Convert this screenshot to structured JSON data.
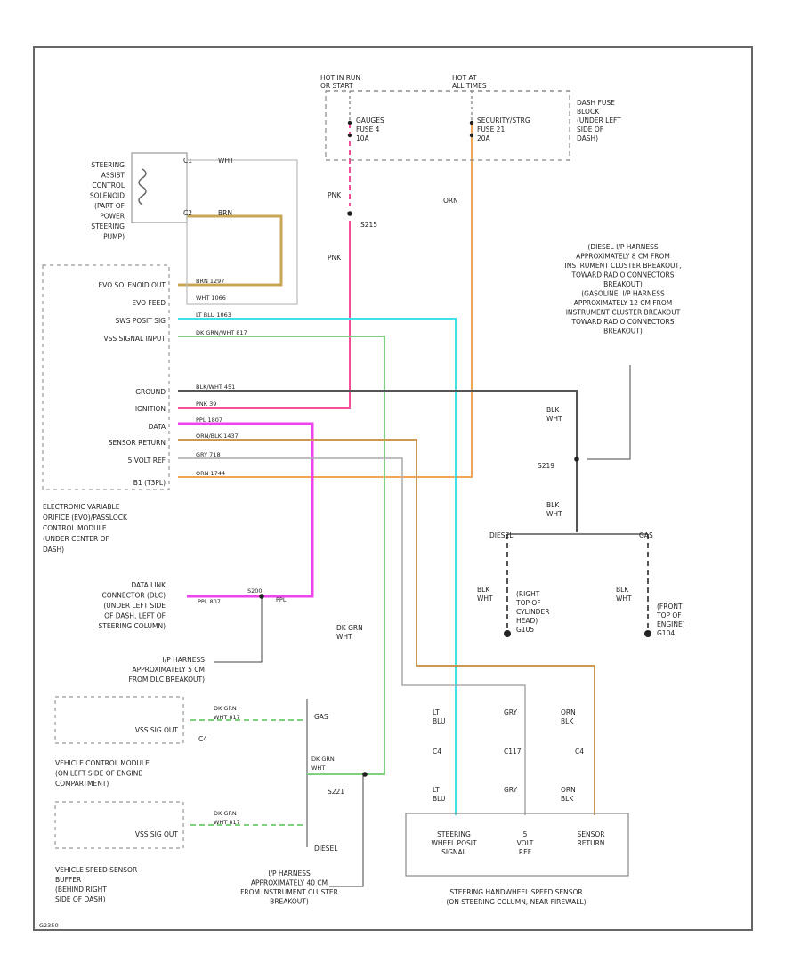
{
  "fuse_box": {
    "hot_in_run": [
      "HOT IN RUN",
      "OR START"
    ],
    "hot_at_all_times": [
      "HOT AT",
      "ALL TIMES"
    ],
    "fuse1": [
      "GAUGES",
      "FUSE 4",
      "10A"
    ],
    "fuse2": [
      "SECURITY/STRG",
      "FUSE 21",
      "20A"
    ],
    "location": [
      "DASH FUSE",
      "BLOCK",
      "(UNDER LEFT",
      "SIDE OF",
      "DASH)"
    ]
  },
  "solenoid": {
    "label": [
      "STEERING",
      "ASSIST",
      "CONTROL",
      "SOLENOID",
      "(PART OF",
      "POWER",
      "STEERING",
      "PUMP)"
    ],
    "pin1": "C1",
    "pin1_wire": "WHT",
    "pin2": "C2",
    "pin2_wire": "BRN"
  },
  "evo_module": {
    "pins": [
      "EVO SOLENOID OUT",
      "EVO FEED",
      "SWS POSIT SIG",
      "VSS SIGNAL INPUT",
      "GROUND",
      "IGNITION",
      "DATA",
      "SENSOR RETURN",
      "5 VOLT REF"
    ],
    "connector": "B1 (T3PL)",
    "label": [
      "ELECTRONIC VARIABLE",
      "ORIFICE (EVO)/PASSLOCK",
      "CONTROL MODULE",
      "(UNDER CENTER OF",
      "DASH)"
    ]
  },
  "wires": {
    "w1": "BRN  1297",
    "w2": "WHT  1066",
    "w3": "LT BLU  1063",
    "w4": "DK GRN/WHT  817",
    "w5": "BLK/WHT  451",
    "w6": "PNK  39",
    "w7": "PPL  1807",
    "w8": "ORN/BLK  1437",
    "w9": "GRY  718",
    "w10": "ORN  1744"
  },
  "pnk_wire": "PNK",
  "splice1": "S215",
  "orn_wire": "ORN",
  "diesel_note": [
    "(DIESEL I/P HARNESS",
    "APPROXIMATELY 8 CM FROM",
    "INSTRUMENT CLUSTER BREAKOUT,",
    "TOWARD RADIO CONNECTORS",
    "BREAKOUT)",
    "(GASOLINE, I/P HARNESS",
    "APPROXIMATELY 12 CM FROM",
    "INSTRUMENT CLUSTER BREAKOUT",
    "TOWARD RADIO CONNECTORS",
    "BREAKOUT)"
  ],
  "ground": {
    "wire_top": [
      "BLK",
      "WHT"
    ],
    "splice": "S219",
    "wire_bot": [
      "BLK",
      "WHT"
    ],
    "diesel": "DIESEL",
    "gas": "GAS",
    "g1_wire": [
      "BLK",
      "WHT"
    ],
    "g1_label": [
      "(RIGHT",
      "TOP OF",
      "CYLINDER",
      "HEAD)",
      "G105"
    ],
    "g2_wire": [
      "BLK",
      "WHT"
    ],
    "g2_label": [
      "(FRONT",
      "TOP OF",
      "ENGINE)",
      "G104"
    ]
  },
  "dlc": {
    "label": [
      "DATA LINK",
      "CONNECTOR (DLC)",
      "(UNDER LEFT SIDE",
      "OF DASH, LEFT OF",
      "STEERING COLUMN)"
    ],
    "wire": "PPL  807",
    "splice": "S200",
    "wire2": "PPL",
    "note": [
      "I/P HARNESS",
      "APPROXIMATELY 5 CM",
      "FROM DLC BREAKOUT)"
    ]
  },
  "dkgrn_wire": [
    "DK GRN",
    "WHT"
  ],
  "vcm": {
    "pin": "VSS SIG OUT",
    "conn": "C4",
    "wire": [
      "DK GRN",
      "WHT  817"
    ],
    "label": [
      "VEHICLE CONTROL MODULE",
      "(ON LEFT SIDE OF ENGINE",
      "COMPARTMENT)"
    ]
  },
  "gas_label": "GAS",
  "splice_s221": {
    "wire": [
      "DK GRN",
      "WHT"
    ],
    "id": "S221"
  },
  "buffer": {
    "pin": "VSS SIG OUT",
    "wire": [
      "DK GRN",
      "WHT  817"
    ],
    "label": [
      "VEHICLE SPEED SENSOR",
      "BUFFER",
      "(BEHIND RIGHT",
      "SIDE OF DASH)"
    ]
  },
  "diesel2": "DIESEL",
  "s221_note": [
    "I/P HARNESS",
    "APPROXIMATELY 40 CM",
    "FROM INSTRUMENT CLUSTER",
    "BREAKOUT)"
  ],
  "sensor": {
    "w1_top": [
      "LT",
      "BLU"
    ],
    "w2_top": "GRY",
    "w3_top": [
      "ORN",
      "BLK"
    ],
    "c_left": "C4",
    "c_mid": "C117",
    "c_right": "C4",
    "w1_bot": [
      "LT",
      "BLU"
    ],
    "w2_bot": "GRY",
    "w3_bot": [
      "ORN",
      "BLK"
    ],
    "pins": [
      [
        "STEERING",
        "WHEEL POSIT",
        "SIGNAL"
      ],
      [
        "5",
        "VOLT",
        "REF"
      ],
      [
        "SENSOR",
        "RETURN"
      ]
    ],
    "label": [
      "STEERING HANDWHEEL SPEED SENSOR",
      "(ON STEERING COLUMN, NEAR FIREWALL)"
    ]
  },
  "footer_id": "G2350",
  "colors": {
    "border": "#666666",
    "box": "#999999",
    "brn": "#c8a657",
    "pnk": "#f4509a",
    "ltblu": "#3fe0e6",
    "dkgrn": "#7fd17f",
    "blk": "#555555",
    "ppl": "#ee44ee",
    "ornblk": "#cc9955",
    "gry": "#aaaaaa",
    "orn": "#f0a658"
  }
}
